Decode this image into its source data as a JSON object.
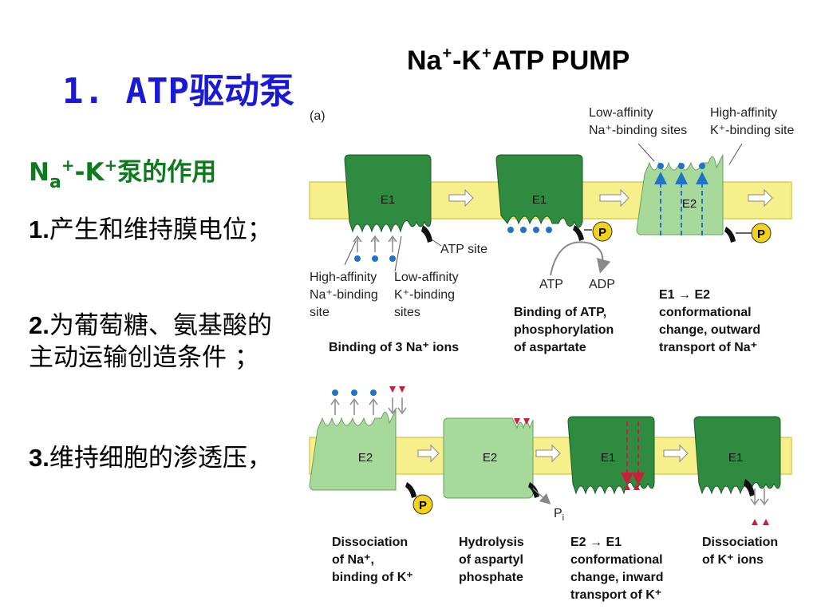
{
  "slide": {
    "title": "1. ATP驱动泵",
    "subtitle": {
      "na": "N",
      "na_sub": "a",
      "na_sup": "+",
      "sep": "-K",
      "k_sup": "+",
      "rest": "泵的作用"
    },
    "points": [
      {
        "num": "1.",
        "text": "产生和维持膜电位；"
      },
      {
        "num": "2.",
        "text": "为葡萄糖、氨基酸的主动运输创造条件 ；"
      },
      {
        "num": "3.",
        "text": "维持细胞的渗透压，"
      }
    ]
  },
  "diagram": {
    "title": {
      "na": "Na",
      "plus1": "+",
      "mid": "-K",
      "plus2": "+",
      "rest": "ATP PUMP"
    },
    "panel_label": "(a)",
    "row1": {
      "states": [
        {
          "label": "E1",
          "color": "#2e8b3f"
        },
        {
          "label": "E1",
          "color": "#2e8b3f"
        },
        {
          "label": "E2",
          "color": "#a6d99a"
        }
      ],
      "phosphate_label": "P",
      "atp_site_label": "ATP site",
      "atp_label": "ATP",
      "adp_label": "ADP",
      "annotations": {
        "high_affinity_na": [
          "High-affinity",
          "Na⁺-binding",
          "site"
        ],
        "low_affinity_k": [
          "Low-affinity",
          "K⁺-binding",
          "sites"
        ],
        "low_affinity_na": [
          "Low-affinity",
          "Na⁺-binding sites"
        ],
        "high_affinity_k": [
          "High-affinity",
          "K⁺-binding site"
        ]
      },
      "captions": [
        [
          "Binding of 3 Na⁺ ions"
        ],
        [
          "Binding of ATP,",
          "phosphorylation",
          "of aspartate"
        ],
        [
          "E1 → E2",
          "conformational",
          "change, outward",
          "transport of Na⁺"
        ]
      ]
    },
    "row2": {
      "states": [
        {
          "label": "E2",
          "color": "#a6d99a"
        },
        {
          "label": "E2",
          "color": "#a6d99a"
        },
        {
          "label": "E1",
          "color": "#2e8b3f"
        },
        {
          "label": "E1",
          "color": "#2e8b3f"
        }
      ],
      "phosphate_label": "P",
      "pi_label": "P",
      "pi_sub": "i",
      "captions": [
        [
          "Dissociation",
          "of Na⁺,",
          "binding of K⁺"
        ],
        [
          "Hydrolysis",
          "of aspartyl",
          "phosphate"
        ],
        [
          "E2 → E1",
          "conformational",
          "change, inward",
          "transport of K⁺"
        ],
        [
          "Dissociation",
          "of K⁺ ions"
        ]
      ]
    },
    "colors": {
      "membrane": "#f7ef8c",
      "membrane_edge": "#d9cf55",
      "e1": "#2e8b3f",
      "e2": "#a6d99a",
      "na_ion": "#1f73c9",
      "k_ion": "#c8203a",
      "phosphate": "#f2d21b"
    }
  }
}
